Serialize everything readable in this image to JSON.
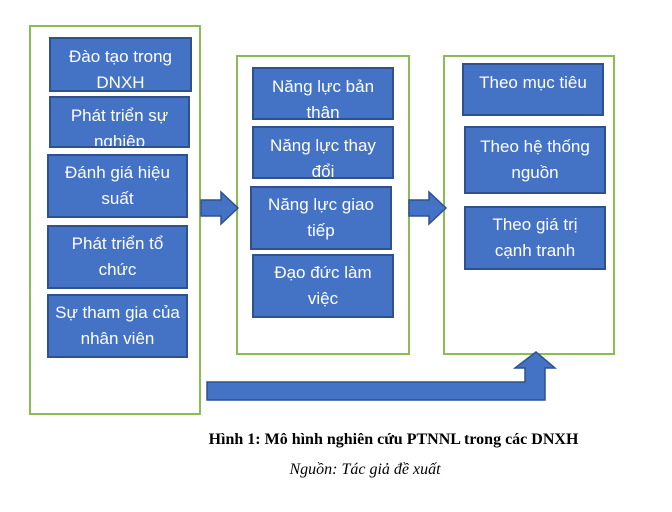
{
  "columns": [
    {
      "boxes": [
        "Đào tạo trong DNXH",
        "Phát triển sự nghiệp",
        "Đánh giá hiệu suất",
        "Phát triển tổ chức",
        "Sự tham gia của nhân viên"
      ]
    },
    {
      "boxes": [
        "Năng lực bản thân",
        "Năng lực thay đổi",
        "Năng lực giao tiếp",
        "Đạo đức làm việc"
      ]
    },
    {
      "boxes": [
        "Theo mục tiêu",
        "Theo hệ thống nguồn",
        "Theo giá trị cạnh tranh"
      ]
    }
  ],
  "caption": {
    "title": "Hình 1: Mô hình nghiên cứu PTNNL trong các DNXH",
    "source": "Nguồn: Tác giả đề xuất"
  },
  "colors": {
    "box_fill": "#4472c4",
    "box_border": "#2f528f",
    "group_border": "#8cbd55",
    "text": "#ffffff"
  }
}
